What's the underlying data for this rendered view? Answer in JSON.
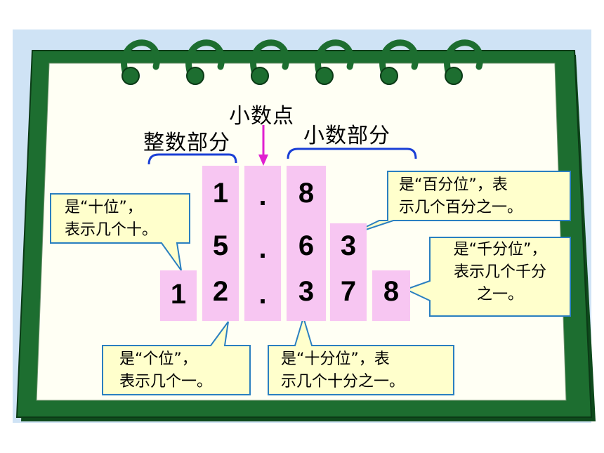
{
  "labels": {
    "integer_part": "整数部分",
    "decimal_point": "小数点",
    "decimal_part": "小数部分"
  },
  "numbers": [
    {
      "digits": [
        "1",
        ".",
        "8"
      ]
    },
    {
      "digits": [
        "5",
        ".",
        "6",
        "3"
      ]
    },
    {
      "digits": [
        "1",
        "2",
        ".",
        "3",
        "7",
        "8"
      ]
    }
  ],
  "callouts": {
    "tens": {
      "line1": "是“十位”，",
      "line2": "表示几个十。"
    },
    "ones": {
      "line1": "是“个位”，",
      "line2": "表示几个一。"
    },
    "hundredths": {
      "line1": "是“百分位”，表",
      "line2": "示几个百分之一。"
    },
    "thousandths": {
      "line1": "是“千分位”，",
      "line2": "表示几个千分",
      "line3": "之一。"
    },
    "tenths": {
      "line1": "是“十分位”，表",
      "line2": "示几个十分之一。"
    }
  },
  "colors": {
    "background": "#cfe3f5",
    "board": "#1d6e30",
    "board_dark": "#0f4a1c",
    "paper": "#fffff4",
    "cell": "#f7c6f2",
    "callout_fill": "#ffffcc",
    "callout_stroke": "#2a7fc0",
    "brace": "#1a3fd6",
    "arrow": "#e020d0"
  }
}
